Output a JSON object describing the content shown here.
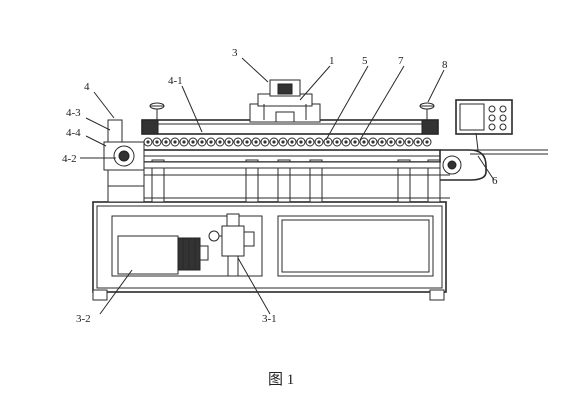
{
  "labels": {
    "l3": "3",
    "l1": "1",
    "l5": "5",
    "l7": "7",
    "l8": "8",
    "l4": "4",
    "l41": "4-1",
    "l43": "4-3",
    "l44": "4-4",
    "l42": "4-2",
    "l6": "6",
    "l32": "3-2",
    "l31": "3-1"
  },
  "caption": "图 1"
}
